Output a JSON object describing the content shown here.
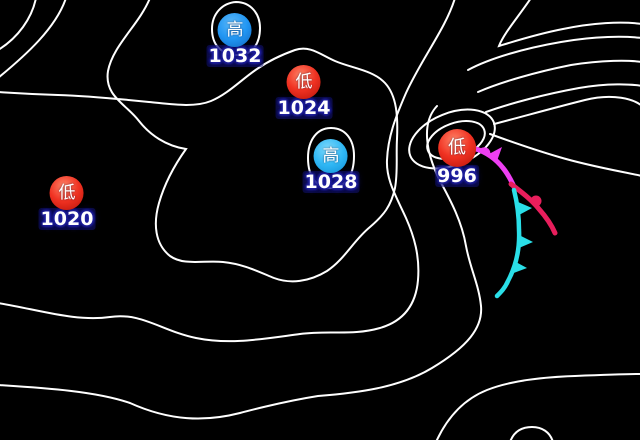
{
  "map": {
    "background_color": "#000000",
    "isobar_color": "#ffffff",
    "pressure_centers": [
      {
        "kind": "high",
        "glyph": "高",
        "value": "1032",
        "disc_color": "#2196f3"
      },
      {
        "kind": "low",
        "glyph": "低",
        "value": "1024",
        "disc_color": "#e83022"
      },
      {
        "kind": "high",
        "glyph": "高",
        "value": "1028",
        "disc_color": "#30b8f5"
      },
      {
        "kind": "low",
        "glyph": "低",
        "value": "1020",
        "disc_color": "#e83022"
      },
      {
        "kind": "low",
        "glyph": "低",
        "value": "996",
        "disc_color": "#e83022"
      }
    ],
    "fronts": [
      {
        "kind": "occluded",
        "color": "#ee3ff2"
      },
      {
        "kind": "warm",
        "color": "#e81e5c"
      },
      {
        "kind": "cold",
        "color": "#2adfe8"
      }
    ]
  }
}
